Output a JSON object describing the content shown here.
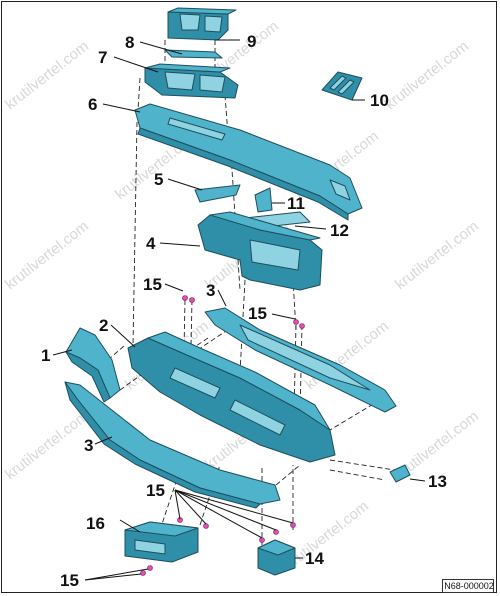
{
  "diagram": {
    "callouts": [
      {
        "id": "c1",
        "label": "1"
      },
      {
        "id": "c2",
        "label": "2"
      },
      {
        "id": "c3a",
        "label": "3"
      },
      {
        "id": "c3b",
        "label": "3"
      },
      {
        "id": "c4",
        "label": "4"
      },
      {
        "id": "c5",
        "label": "5"
      },
      {
        "id": "c6",
        "label": "6"
      },
      {
        "id": "c7",
        "label": "7"
      },
      {
        "id": "c8",
        "label": "8"
      },
      {
        "id": "c9",
        "label": "9"
      },
      {
        "id": "c10",
        "label": "10"
      },
      {
        "id": "c11",
        "label": "11"
      },
      {
        "id": "c12",
        "label": "12"
      },
      {
        "id": "c13",
        "label": "13"
      },
      {
        "id": "c14",
        "label": "14"
      },
      {
        "id": "c15a",
        "label": "15"
      },
      {
        "id": "c15b",
        "label": "15"
      },
      {
        "id": "c15c",
        "label": "15"
      },
      {
        "id": "c15d",
        "label": "15"
      },
      {
        "id": "c16",
        "label": "16"
      }
    ],
    "reference_code": "N68-000002",
    "watermark": "krutilvertel.com",
    "colors": {
      "part_fill": "#4fb3cc",
      "part_shade": "#2f8ea8",
      "part_highlight": "#8fd3e3",
      "outline": "#1e4f5c",
      "screw": "#e04fb0"
    }
  }
}
